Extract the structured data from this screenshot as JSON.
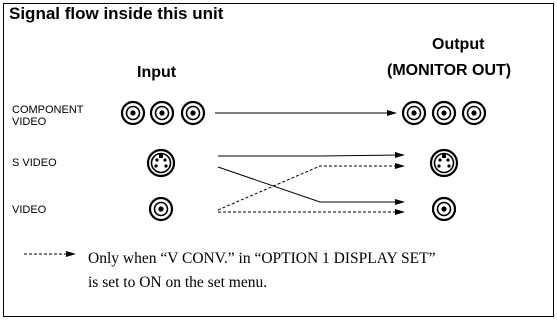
{
  "title": "Signal flow inside this unit",
  "input_heading": "Input",
  "output_heading_line1": "Output",
  "output_heading_line2": "(MONITOR OUT)",
  "rows": {
    "component_line1": "COMPONENT",
    "component_line2": "VIDEO",
    "svideo": "S VIDEO",
    "video": "VIDEO"
  },
  "note_line1": "Only when “V CONV.” in “OPTION 1 DISPLAY SET”",
  "note_line2": "is set to ON on the set menu.",
  "colors": {
    "line": "#000000",
    "background": "#ffffff"
  }
}
